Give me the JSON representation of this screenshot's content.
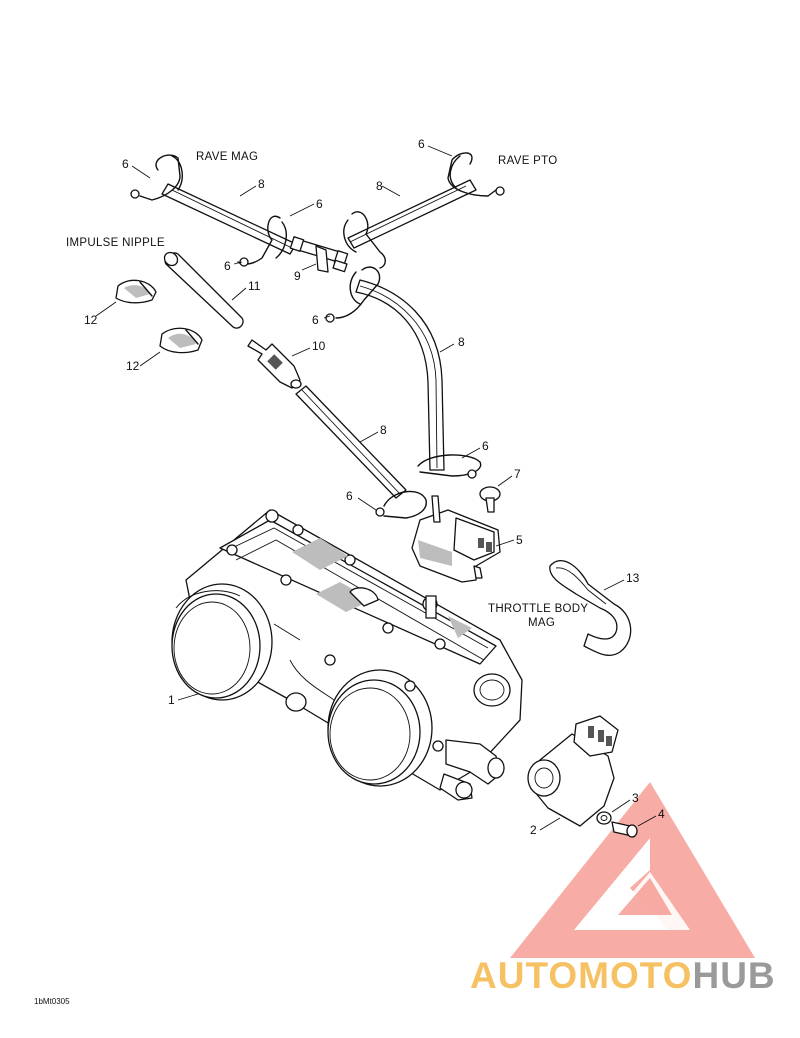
{
  "captions": {
    "rave_mag": "RAVE MAG",
    "rave_pto": "RAVE PTO",
    "impulse_nipple": "IMPULSE NIPPLE",
    "throttle_body_line1": "THROTTLE BODY",
    "throttle_body_line2": "MAG"
  },
  "callouts": [
    {
      "id": "c6a",
      "text": "6"
    },
    {
      "id": "c8a",
      "text": "8"
    },
    {
      "id": "c6b",
      "text": "6"
    },
    {
      "id": "c8b",
      "text": "8"
    },
    {
      "id": "c6c",
      "text": "6"
    },
    {
      "id": "c6d",
      "text": "6"
    },
    {
      "id": "c9",
      "text": "9"
    },
    {
      "id": "c11",
      "text": "11"
    },
    {
      "id": "c12a",
      "text": "12"
    },
    {
      "id": "c12b",
      "text": "12"
    },
    {
      "id": "c6e",
      "text": "6"
    },
    {
      "id": "c10",
      "text": "10"
    },
    {
      "id": "c8c",
      "text": "8"
    },
    {
      "id": "c8d",
      "text": "8"
    },
    {
      "id": "c6f",
      "text": "6"
    },
    {
      "id": "c7",
      "text": "7"
    },
    {
      "id": "c6g",
      "text": "6"
    },
    {
      "id": "c5",
      "text": "5"
    },
    {
      "id": "c13",
      "text": "13"
    },
    {
      "id": "c1",
      "text": "1"
    },
    {
      "id": "c3",
      "text": "3"
    },
    {
      "id": "c4",
      "text": "4"
    },
    {
      "id": "c2",
      "text": "2"
    }
  ],
  "drawing_code": "1bMt0305",
  "watermark": {
    "part1": "AUTOMOTO",
    "part2": "HUB",
    "color_primary": "#f7a9a0",
    "color_accent": "#f2897e",
    "color_text1": "#f6c163",
    "color_text2": "#9a9a9a"
  }
}
